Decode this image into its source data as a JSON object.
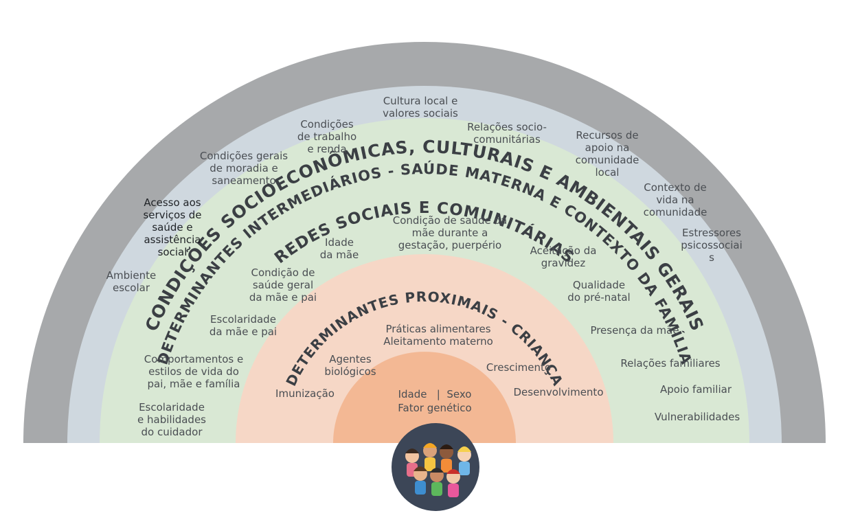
{
  "colors": {
    "outer_ring": "#a7a9ab",
    "social_ring": "#cfd8df",
    "intermediate_ring": "#d9e8d4",
    "proximal_ring": "#f6d7c6",
    "core": "#f3b894",
    "medallion": "#3c4657",
    "text": "#4a4e53",
    "title_text": "#3b3f44"
  },
  "rings": {
    "outer_title": "CONDIÇÕES SOCIOECONÔMICAS, CULTURAIS E AMBIENTAIS GERAIS",
    "social_title": "REDES SOCIAIS E COMUNITÁRIAS",
    "intermediate_title": "DETERMINANTES INTERMEDIÁRIOS - SAÚDE MATERNA E CONTEXTO DA FAMÍLIA",
    "proximal_title": "DETERMINANTES PROXIMAIS - CRIANÇA"
  },
  "social_items": {
    "cultura": [
      "Cultura local e",
      "valores sociais"
    ],
    "trabalho": [
      "Condições",
      "de trabalho",
      "e renda"
    ],
    "relacoes": [
      "Relações socio-",
      "comunitárias"
    ],
    "recursos": [
      "Recursos de",
      "apoio na",
      "comunidade",
      "local"
    ],
    "moradia": [
      "Condições gerais",
      "de moradia e",
      "saneamento"
    ],
    "contexto": [
      "Contexto de",
      "vida na",
      "comunidade"
    ],
    "acesso": [
      "Acesso aos",
      "serviços de",
      "saúde e",
      "assistência",
      "social"
    ],
    "estressores": [
      "Estressores",
      "psicossociai",
      "s"
    ],
    "escolar": [
      "Ambiente",
      "escolar"
    ]
  },
  "intermediate_items": {
    "gestacao": [
      "Condição de saúde da",
      "mãe durante a",
      "gestação, puerpério"
    ],
    "idade_mae": [
      "Idade",
      "da mãe"
    ],
    "aceitacao": [
      "Aceitação da",
      "gravidez"
    ],
    "saude_geral": [
      "Condição de",
      "saúde geral",
      "da mãe e pai"
    ],
    "prenatal": [
      "Qualidade",
      "do pré-natal"
    ],
    "escolaridade_pais": [
      "Escolaridade",
      "da mãe e pai"
    ],
    "presenca": [
      "Presença da mãe"
    ],
    "comportamentos": [
      "Comportamentos e",
      "estilos de vida do",
      "pai, mãe e família"
    ],
    "relacoes_familiares": [
      "Relações familiares"
    ],
    "apoio": [
      "Apoio familiar"
    ],
    "cuidador": [
      "Escolaridade",
      "e habilidades",
      "do cuidador"
    ],
    "vulnerabilidades": [
      "Vulnerabilidades"
    ]
  },
  "proximal_items": {
    "praticas": [
      "Práticas alimentares",
      "Aleitamento materno"
    ],
    "agentes": [
      "Agentes",
      "biológicos"
    ],
    "crescimento": [
      "Crescimento"
    ],
    "imunizacao": [
      "Imunização"
    ],
    "desenvolvimento": [
      "Desenvolvimento"
    ]
  },
  "core_items": {
    "idade_sexo": [
      "Idade   |  Sexo"
    ],
    "genetico": [
      "Fator genético"
    ]
  },
  "medallion": {
    "icon": "children-group-icon"
  }
}
